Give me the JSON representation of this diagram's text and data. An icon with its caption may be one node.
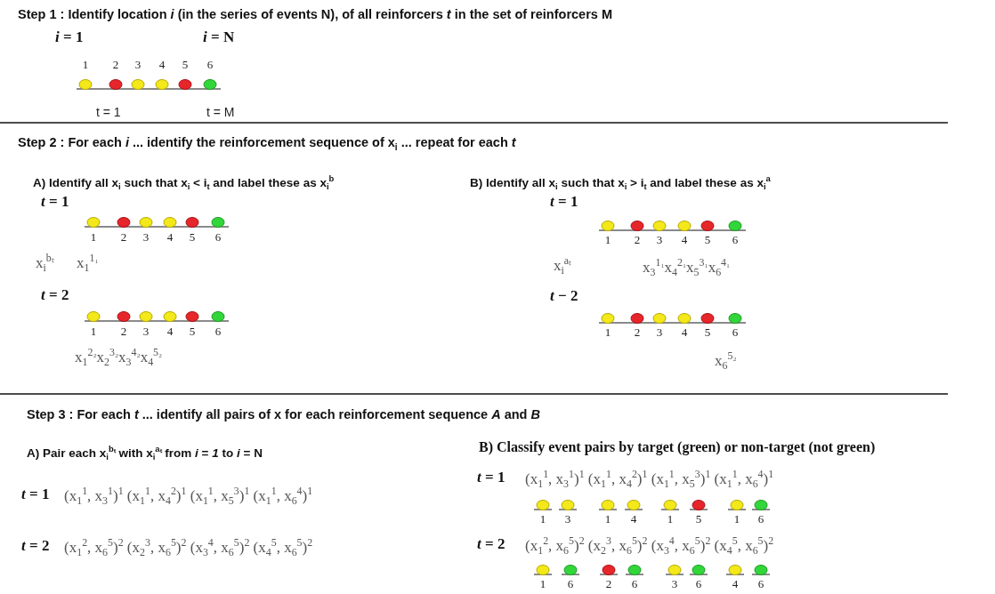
{
  "diagram": {
    "labels": [
      "Step 1 : Identify location *i* (in the series of events N), of all reinforcers *t* in the set of reinforcers M",
      "*i* = 1",
      "*i* = N",
      "1",
      "2",
      "3",
      "4",
      "5",
      "6",
      "t = 1",
      "t = M",
      "Step 2 : For each *i* ... identify the reinforcement sequence of x$_{i}$ ... repeat for each *t*",
      "A) Identify all x$_{i}$ such that x$_{i}$ < i$_{t}$ and label these as x$_{i}$$^{b}$",
      "*t* = 1",
      "1",
      "2",
      "3",
      "4",
      "5",
      "6",
      "x$_{i}$$^{bₜ}$",
      "x$_{1}$$^{1₁}$",
      "*t* = 2",
      "1",
      "2",
      "3",
      "4",
      "5",
      "6",
      "x$_{1}$$^{2₂}$x$_{2}$$^{3₂}$x$_{3}$$^{4₂}$x$_{4}$$^{5₂}$",
      "B) Identify all x$_{i}$ such that x$_{i}$ > i$_{t}$ and label these as x$_{i}$$^{a}$",
      "*t* = 1",
      "1",
      "2",
      "3",
      "4",
      "5",
      "6",
      "x$_{i}$$^{aₜ}$",
      "x$_{3}$$^{1₁}$x$_{4}$$^{2₁}$x$_{5}$$^{3₁}$x$_{6}$$^{4₁}$",
      "*t* − 2",
      "1",
      "2",
      "3",
      "4",
      "5",
      "6",
      "x$_{6}$$^{5₂}$",
      "Step 3 : For each *t* ... identify all pairs of x for each reinforcement sequence *A* and *B*",
      "A) Pair each x$_{i}$$^{bₜ}$ with x$_{i}$$^{aₜ}$ from *i* = *1* to *i* = N",
      "*t* = 1",
      "(x$_{1}$$^{1}$, x$_{3}$$^{1}$)$^{1}$ (x$_{1}$$^{1}$, x$_{4}$$^{2}$)$^{1}$ (x$_{1}$$^{1}$, x$_{5}$$^{3}$)$^{1}$ (x$_{1}$$^{1}$, x$_{6}$$^{4}$)$^{1}$",
      "*t* = 2",
      "(x$_{1}$$^{2}$, x$_{6}$$^{5}$)$^{2}$ (x$_{2}$$^{3}$, x$_{6}$$^{5}$)$^{2}$ (x$_{3}$$^{4}$, x$_{6}$$^{5}$)$^{2}$ (x$_{4}$$^{5}$, x$_{6}$$^{5}$)$^{2}$",
      "B) Classify event pairs by target (green) or non-target (not green)",
      "*t* = 1",
      "(x$_{1}$$^{1}$, x$_{3}$$^{1}$)$^{1}$ (x$_{1}$$^{1}$, x$_{4}$$^{2}$)$^{1}$ (x$_{1}$$^{1}$, x$_{5}$$^{3}$)$^{1}$ (x$_{1}$$^{1}$, x$_{6}$$^{4}$)$^{1}$",
      "1",
      "3",
      "1",
      "4",
      "1",
      "5",
      "1",
      "6",
      "*t* = 2",
      "(x$_{1}$$^{2}$, x$_{6}$$^{5}$)$^{2}$ (x$_{2}$$^{3}$, x$_{6}$$^{5}$)$^{2}$ (x$_{3}$$^{4}$, x$_{6}$$^{5}$)$^{2}$ (x$_{4}$$^{5}$, x$_{6}$$^{5}$)$^{2}$",
      "1",
      "6",
      "2",
      "6",
      "3",
      "6",
      "4",
      "6"
    ]
  }
}
